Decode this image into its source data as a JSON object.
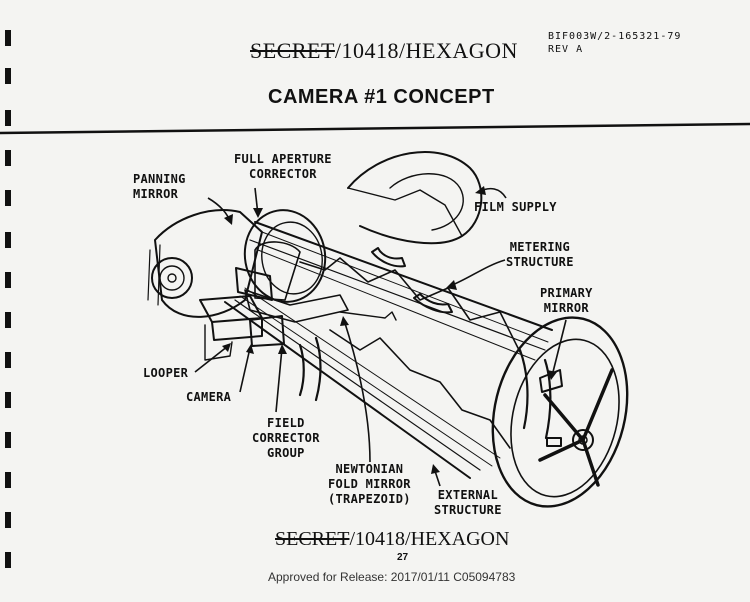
{
  "header": {
    "classification_struck": "SECRET",
    "classification_rest": "/10418/HEXAGON",
    "doc_id_line1": "BIF003W/2-165321-79",
    "doc_id_line2": "REV A",
    "title": "CAMERA #1 CONCEPT"
  },
  "diagram": {
    "labels": {
      "full_aperture_corrector": "FULL APERTURE\nCORRECTOR",
      "panning_mirror": "PANNING\nMIRROR",
      "film_supply": "FILM SUPPLY",
      "metering_structure": "METERING\nSTRUCTURE",
      "primary_mirror": "PRIMARY\nMIRROR",
      "looper": "LOOPER",
      "camera": "CAMERA",
      "field_corrector_group": "FIELD\nCORRECTOR\nGROUP",
      "newtonian_fold_mirror": "NEWTONIAN\nFOLD MIRROR\n(TRAPEZOID)",
      "external_structure": "EXTERNAL\nSTRUCTURE"
    }
  },
  "footer": {
    "classification_struck": "SECRET",
    "classification_rest": "/10418/HEXAGON",
    "page_number": "27",
    "release_note": "Approved for Release: 2017/01/11 C05094783"
  }
}
